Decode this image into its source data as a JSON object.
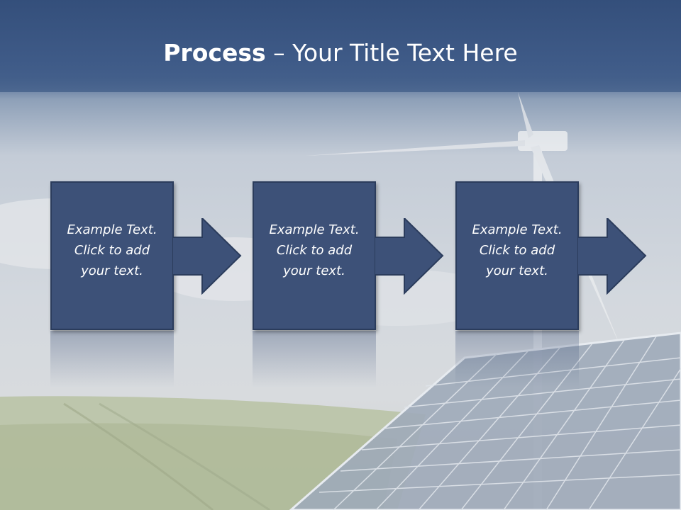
{
  "slide": {
    "title_bold": "Process",
    "title_rest": " – Your Title Text Here"
  },
  "steps": [
    {
      "line1": "Example Text.",
      "line2": "Click  to add",
      "line3": "your text."
    },
    {
      "line1": "Example Text.",
      "line2": "Click  to add",
      "line3": "your text."
    },
    {
      "line1": "Example Text.",
      "line2": "Click  to add",
      "line3": "your text."
    }
  ],
  "colors": {
    "title_band": "#3f5b88",
    "step_fill": "#3d5178",
    "step_border": "#2b3c5c",
    "text": "#ffffff"
  }
}
